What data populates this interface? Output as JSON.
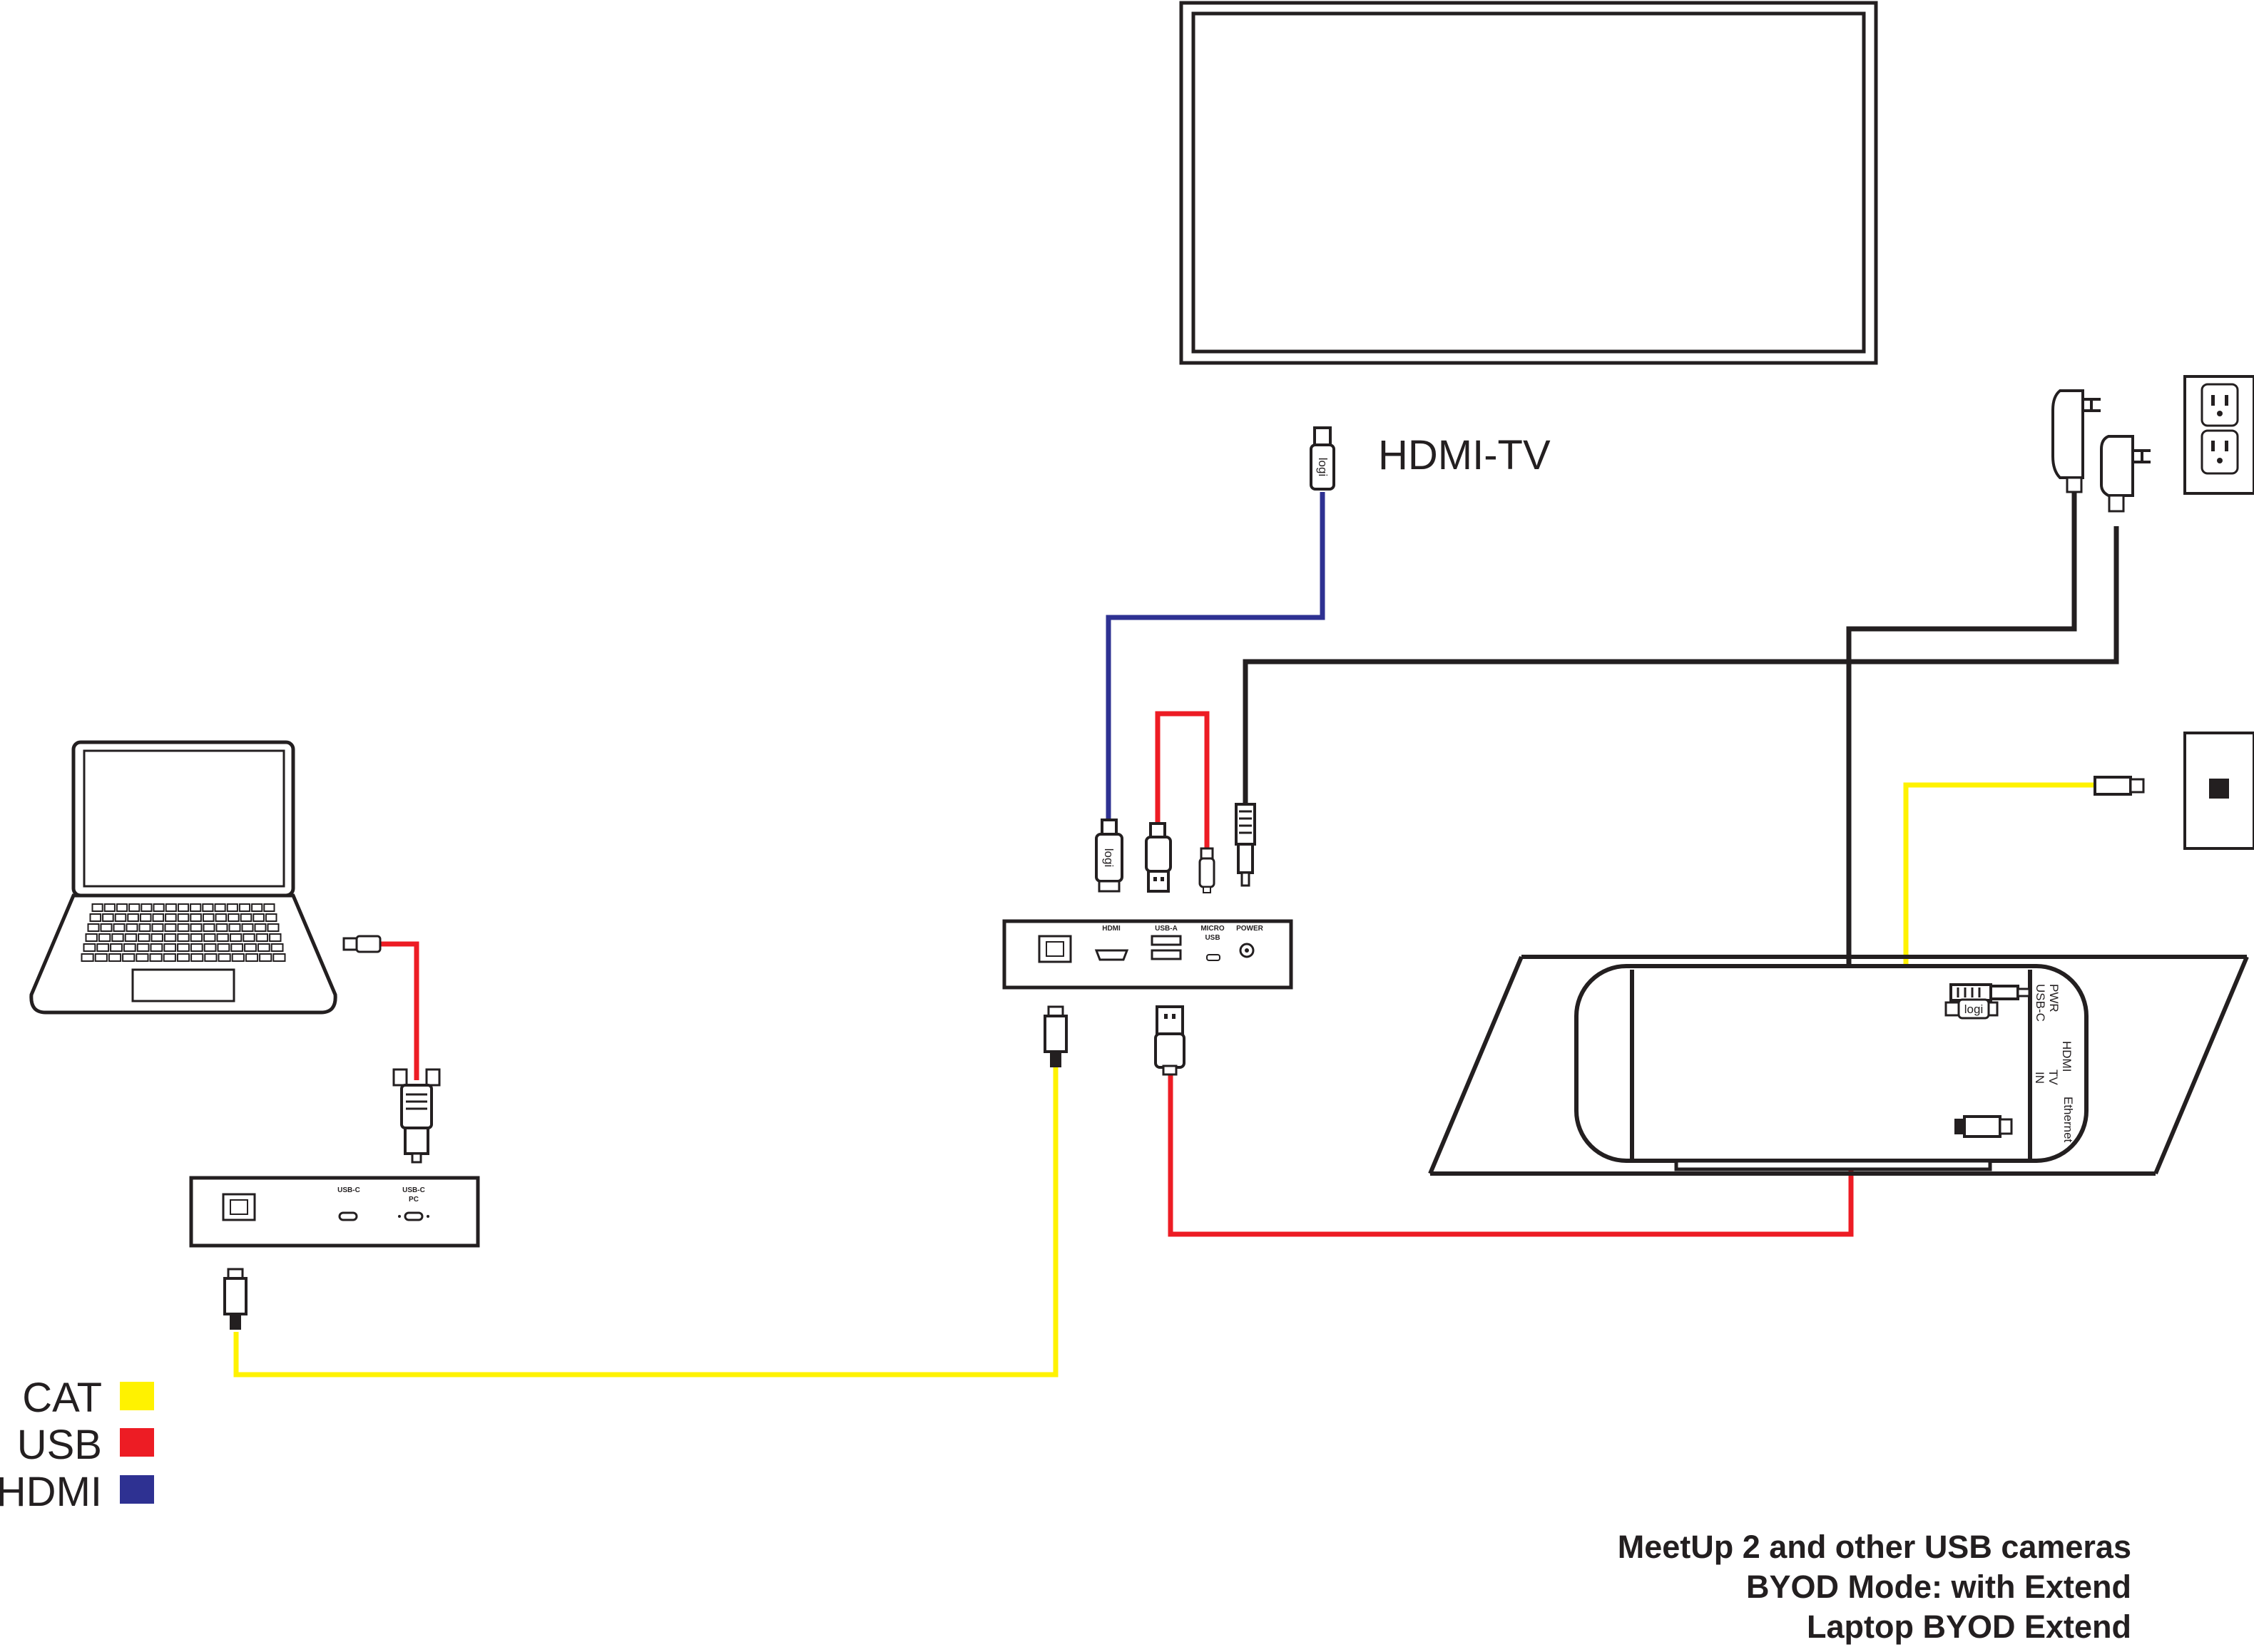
{
  "labels": {
    "hdmi_tv": "HDMI-TV",
    "receiver_ports": [
      "HDMI",
      "USB-A",
      "MICRO",
      "USB",
      "POWER"
    ],
    "transmitter_ports": [
      "USB-C",
      "USB-C",
      "PC"
    ],
    "camera_ports": [
      "PWR",
      "USB-C",
      "HDMI",
      "TV",
      "IN",
      "Ethernet"
    ],
    "logo_text": "logi"
  },
  "legend": [
    {
      "label": "CAT",
      "color": "#fff200"
    },
    {
      "label": "USB",
      "color": "#ed1c24"
    },
    {
      "label": "HDMI",
      "color": "#2e3192"
    }
  ],
  "caption": {
    "line1": "MeetUp 2 and other USB cameras",
    "line2": "BYOD Mode: with Extend",
    "line3": "Laptop BYOD Extend"
  },
  "colors": {
    "cat": "#fff200",
    "usb": "#ed1c24",
    "hdmi": "#2e3192",
    "power": "#231f20",
    "stroke": "#231f20"
  }
}
